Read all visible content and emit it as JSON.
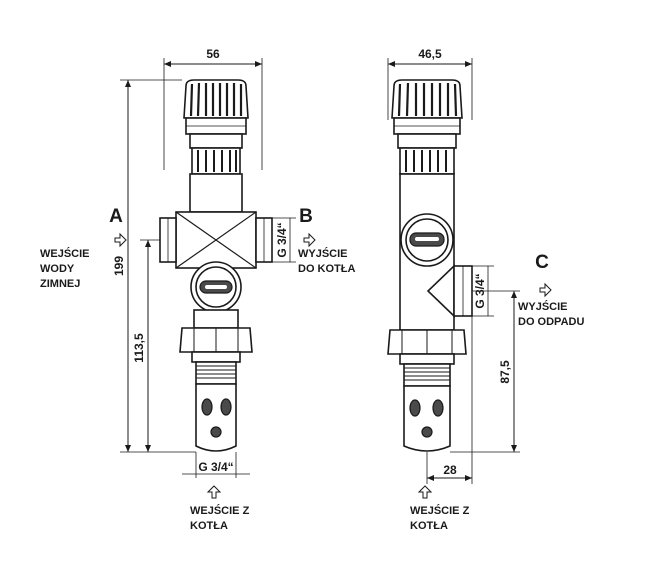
{
  "dimensions": {
    "left_width": "56",
    "right_width": "46,5",
    "height_total": "199",
    "height_inlet": "113,5",
    "height_outlet": "87,5",
    "offset_c": "28"
  },
  "threads": {
    "bottom_left": "G 3/4“",
    "port_b": "G 3/4“",
    "port_c": "G 3/4“"
  },
  "ports": {
    "a": {
      "letter": "A",
      "label_lines": [
        "WEJŚCIE",
        "WODY",
        "ZIMNEJ"
      ]
    },
    "b": {
      "letter": "B",
      "label_lines": [
        "WYJŚCIE",
        "DO KOTŁA"
      ]
    },
    "c": {
      "letter": "C",
      "label_lines": [
        "WYJŚCIE",
        "DO ODPADU"
      ]
    },
    "inlet_left": {
      "label_lines": [
        "WEJŚCIE Z",
        "KOTŁA"
      ]
    },
    "inlet_right": {
      "label_lines": [
        "WEJŚCIE Z",
        "KOTŁA"
      ]
    }
  }
}
